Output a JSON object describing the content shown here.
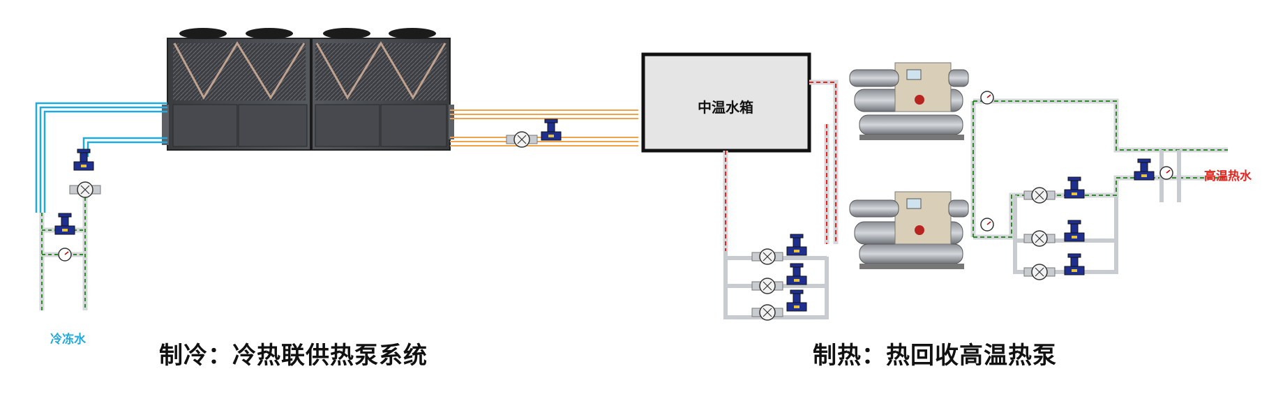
{
  "diagram": {
    "tank_label": "中温水箱",
    "chilled_water_label": "冷冻水",
    "hot_water_label": "高温热水",
    "left_caption": "制冷：冷热联供热泵系统",
    "right_caption": "制热：热回收高温热泵"
  },
  "colors": {
    "chilled_water": "#1ea9e1",
    "hot_water_label": "#e8231c",
    "pipe_red": "#e8231c",
    "pipe_green": "#2f8a2a",
    "pipe_orange": "#f2a24a",
    "valve_blue": "#1f2f8f"
  }
}
